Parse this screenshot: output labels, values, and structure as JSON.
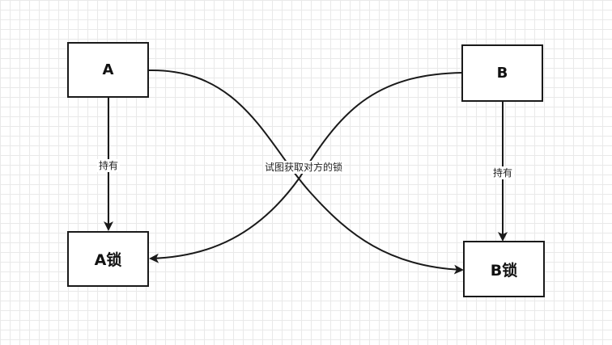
{
  "nodes": {
    "a": "A",
    "b": "B",
    "a_lock": "A锁",
    "b_lock": "B锁"
  },
  "labels": {
    "a_holds": "持有",
    "b_holds": "持有",
    "contend": "试图获取对方的锁"
  },
  "colors": {
    "stroke": "#1a1a1a",
    "grid": "#e9e9e9"
  }
}
